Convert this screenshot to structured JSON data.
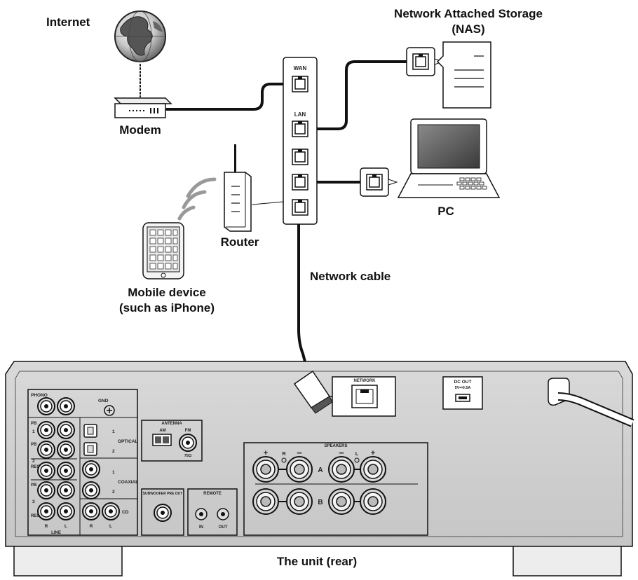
{
  "labels": {
    "internet": "Internet",
    "modem": "Modem",
    "nas_line1": "Network Attached Storage",
    "nas_line2": "(NAS)",
    "pc": "PC",
    "router": "Router",
    "mobile_line1": "Mobile device",
    "mobile_line2": "(such as iPhone)",
    "network_cable": "Network cable",
    "unit_rear": "The unit (rear)"
  },
  "router_ports": {
    "wan": "WAN",
    "lan": "LAN"
  },
  "rear_panel": {
    "network": "NETWORK",
    "dc_out": "DC OUT",
    "dc_out_spec": "5V⎓0.5A",
    "phono": "PHONO",
    "gnd": "GND",
    "pb": "PB",
    "rec": "REC",
    "line": "LINE",
    "input_1": "1",
    "input_2": "2",
    "input_3": "3",
    "optical": "OPTICAL",
    "coaxial": "COAXIAL",
    "cd": "CD",
    "antenna": "ANTENNA",
    "am": "AM",
    "fm": "FM",
    "fm_ohm": "75Ω",
    "subwoofer_pre_out": "SUBWOOFER PRE OUT",
    "remote": "REMOTE",
    "remote_in": "IN",
    "remote_out": "OUT",
    "speakers": "SPEAKERS",
    "speaker_a": "A",
    "speaker_b": "B",
    "plus": "+",
    "minus": "−",
    "r_mark": "R",
    "l_mark": "L"
  }
}
